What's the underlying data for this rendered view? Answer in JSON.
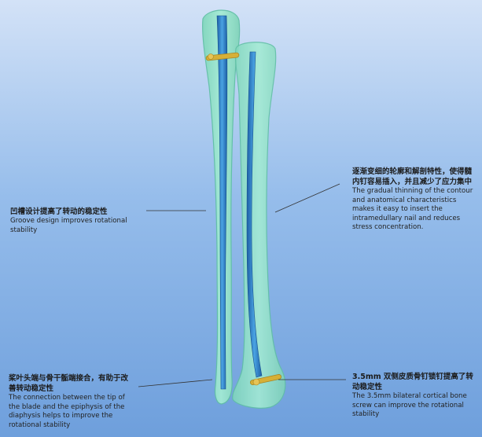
{
  "notes": {
    "groove": {
      "zh": "凹槽设计提高了转动的稳定性",
      "en": "Groove design improves rotational stability"
    },
    "contour": {
      "zh": "逐渐变细的轮廓和解剖特性，使得髓内钉容易插入，并且减少了应力集中",
      "en": "The gradual thinning of the contour and anatomical characteristics makes it easy to insert the intramedullary nail and reduces stress concentration."
    },
    "blade": {
      "zh": "桨叶头端与骨干骺端接合，有助于改善转动稳定性",
      "en": "The connection between the tip of the blade and the epiphysis of the diaphysis helps to improve the rotational stability"
    },
    "screw": {
      "zh": "3.5mm 双侧皮质骨钉锁钉提高了转动稳定性",
      "en": "The 3.5mm bilateral cortical bone screw can improve the rotational stability"
    }
  },
  "colors": {
    "bone_fill": "#8fe0c6",
    "bone_edge": "#5fbfa4",
    "nail": "#2f7fc4",
    "screw": "#d6b037"
  }
}
